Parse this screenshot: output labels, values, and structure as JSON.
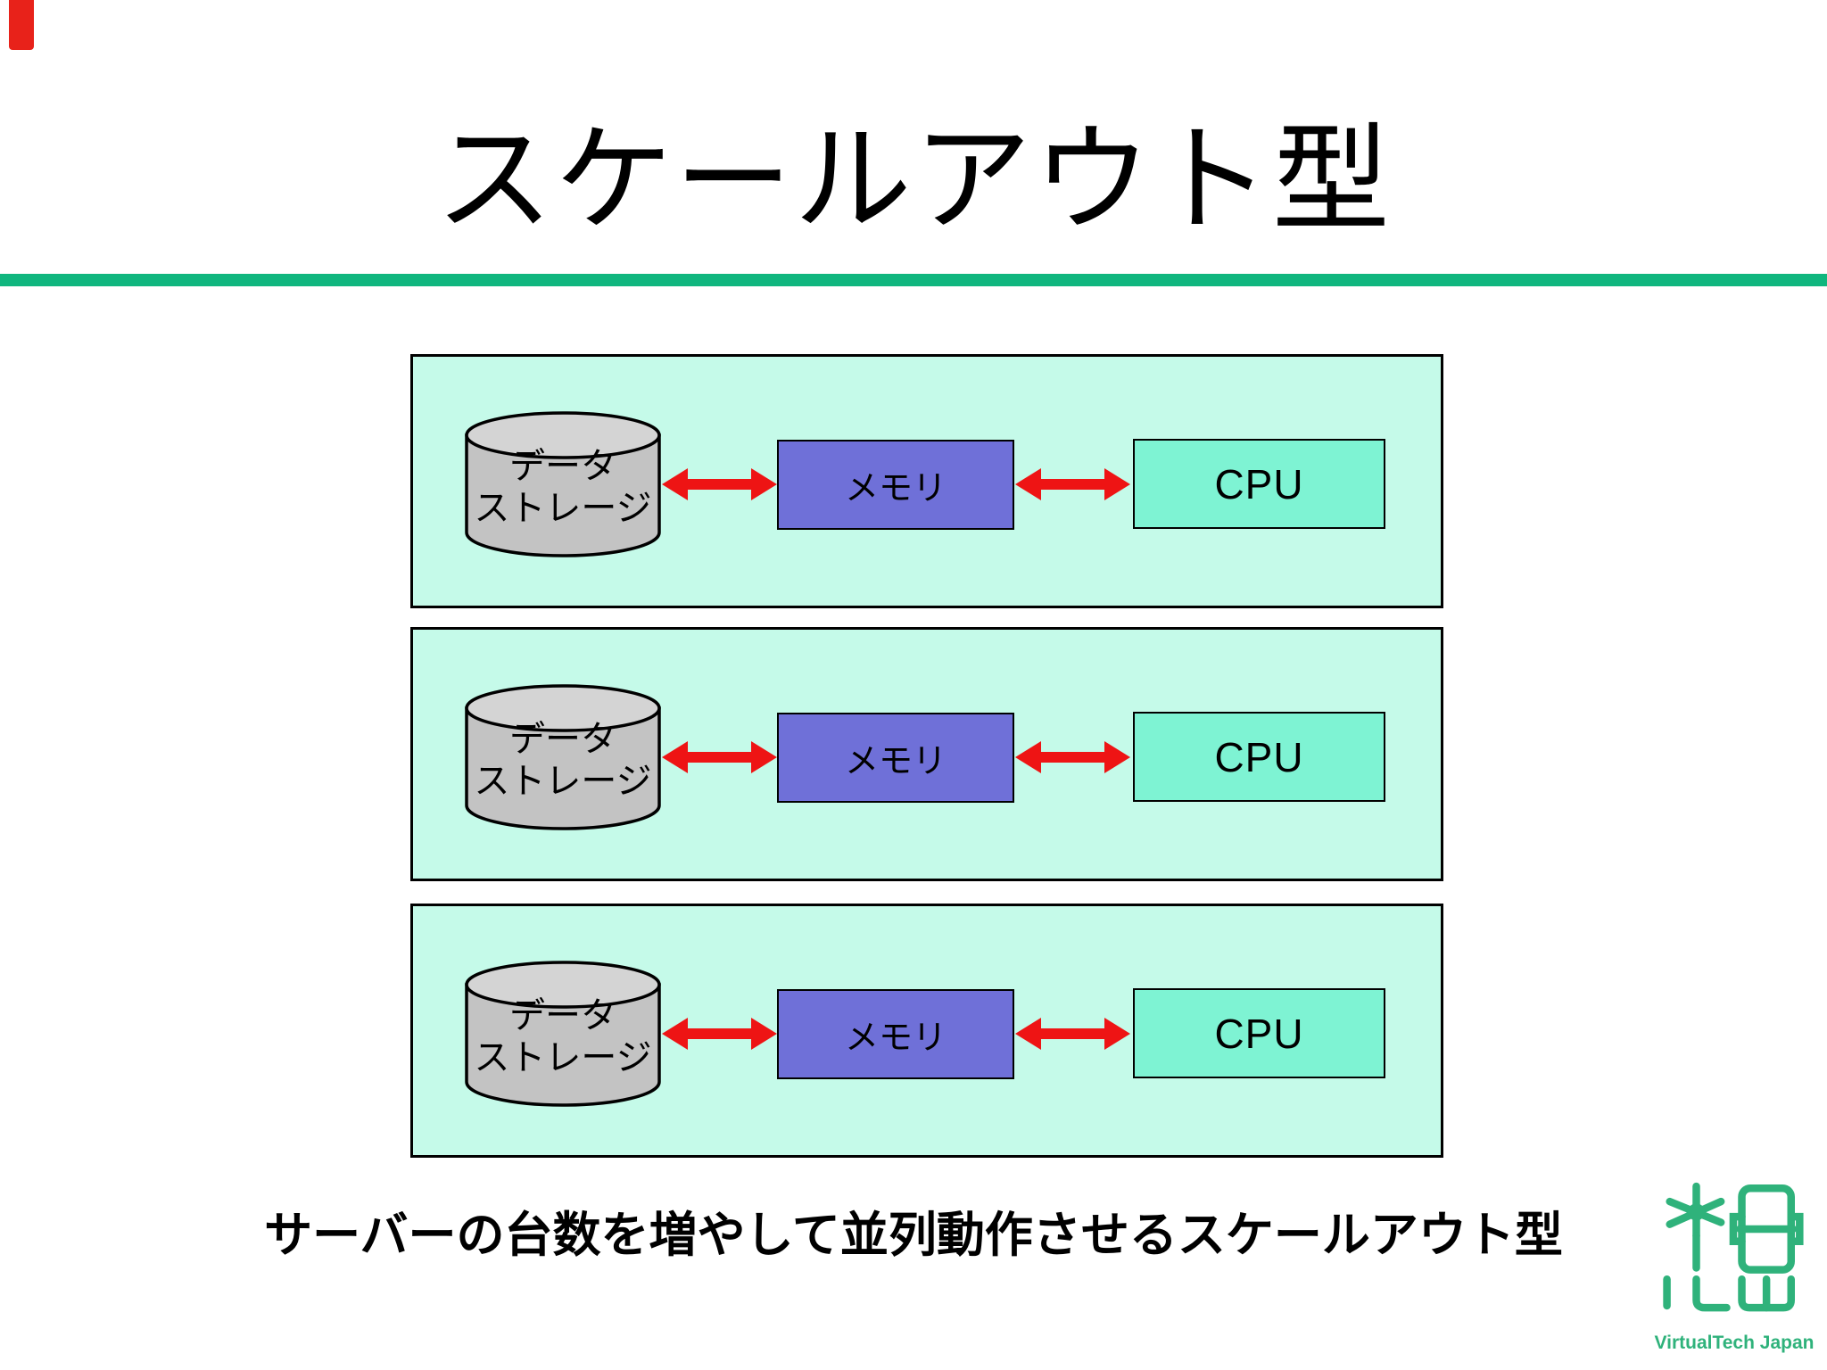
{
  "slide": {
    "title": "スケールアウト型",
    "caption": "サーバーの台数を増やして並列動作させるスケールアウト型"
  },
  "colors": {
    "accent_line": "#10b67e",
    "server_box_bg": "#c5fae9",
    "memory_box_bg": "#6f70d8",
    "cpu_box_bg": "#7ef3d3",
    "storage_cylinder_body": "#c3c3c3",
    "storage_cylinder_top": "#d4d4d4",
    "arrow_red": "#ee1414",
    "logo_green": "#2fb27b",
    "corner_marker_red": "#e8221a",
    "text_black": "#000000"
  },
  "servers": [
    {
      "storage_line1": "データ",
      "storage_line2": "ストレージ",
      "memory_label": "メモリ",
      "cpu_label": "CPU"
    },
    {
      "storage_line1": "データ",
      "storage_line2": "ストレージ",
      "memory_label": "メモリ",
      "cpu_label": "CPU"
    },
    {
      "storage_line1": "データ",
      "storage_line2": "ストレージ",
      "memory_label": "メモリ",
      "cpu_label": "CPU"
    }
  ],
  "logo": {
    "text": "VirtualTech Japan"
  }
}
